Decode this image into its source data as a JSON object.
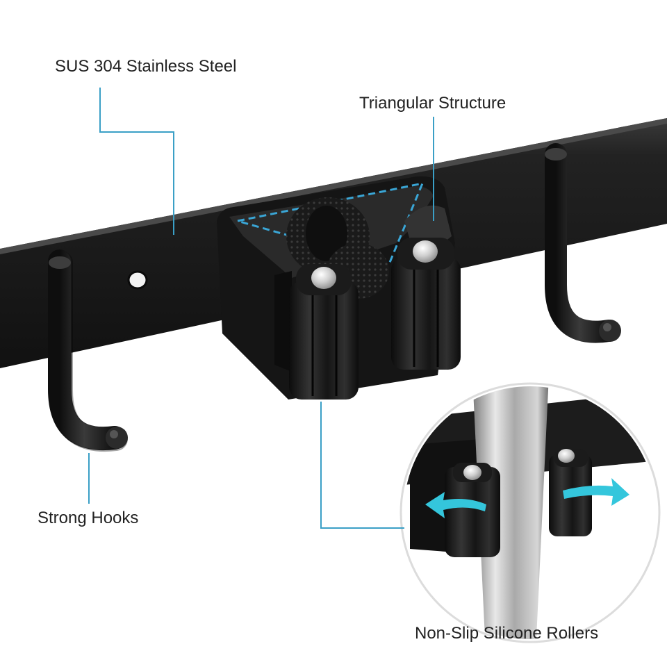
{
  "labels": {
    "steel": "SUS 304 Stainless Steel",
    "triangle": "Triangular Structure",
    "hooks": "Strong Hooks",
    "rollers": "Non-Slip Silicone Rollers"
  },
  "colors": {
    "background": "#ffffff",
    "metal_black": "#1c1c1c",
    "callout_line": "#3a9fc6",
    "arrow_cyan": "#34c6dc",
    "text": "#222222"
  }
}
